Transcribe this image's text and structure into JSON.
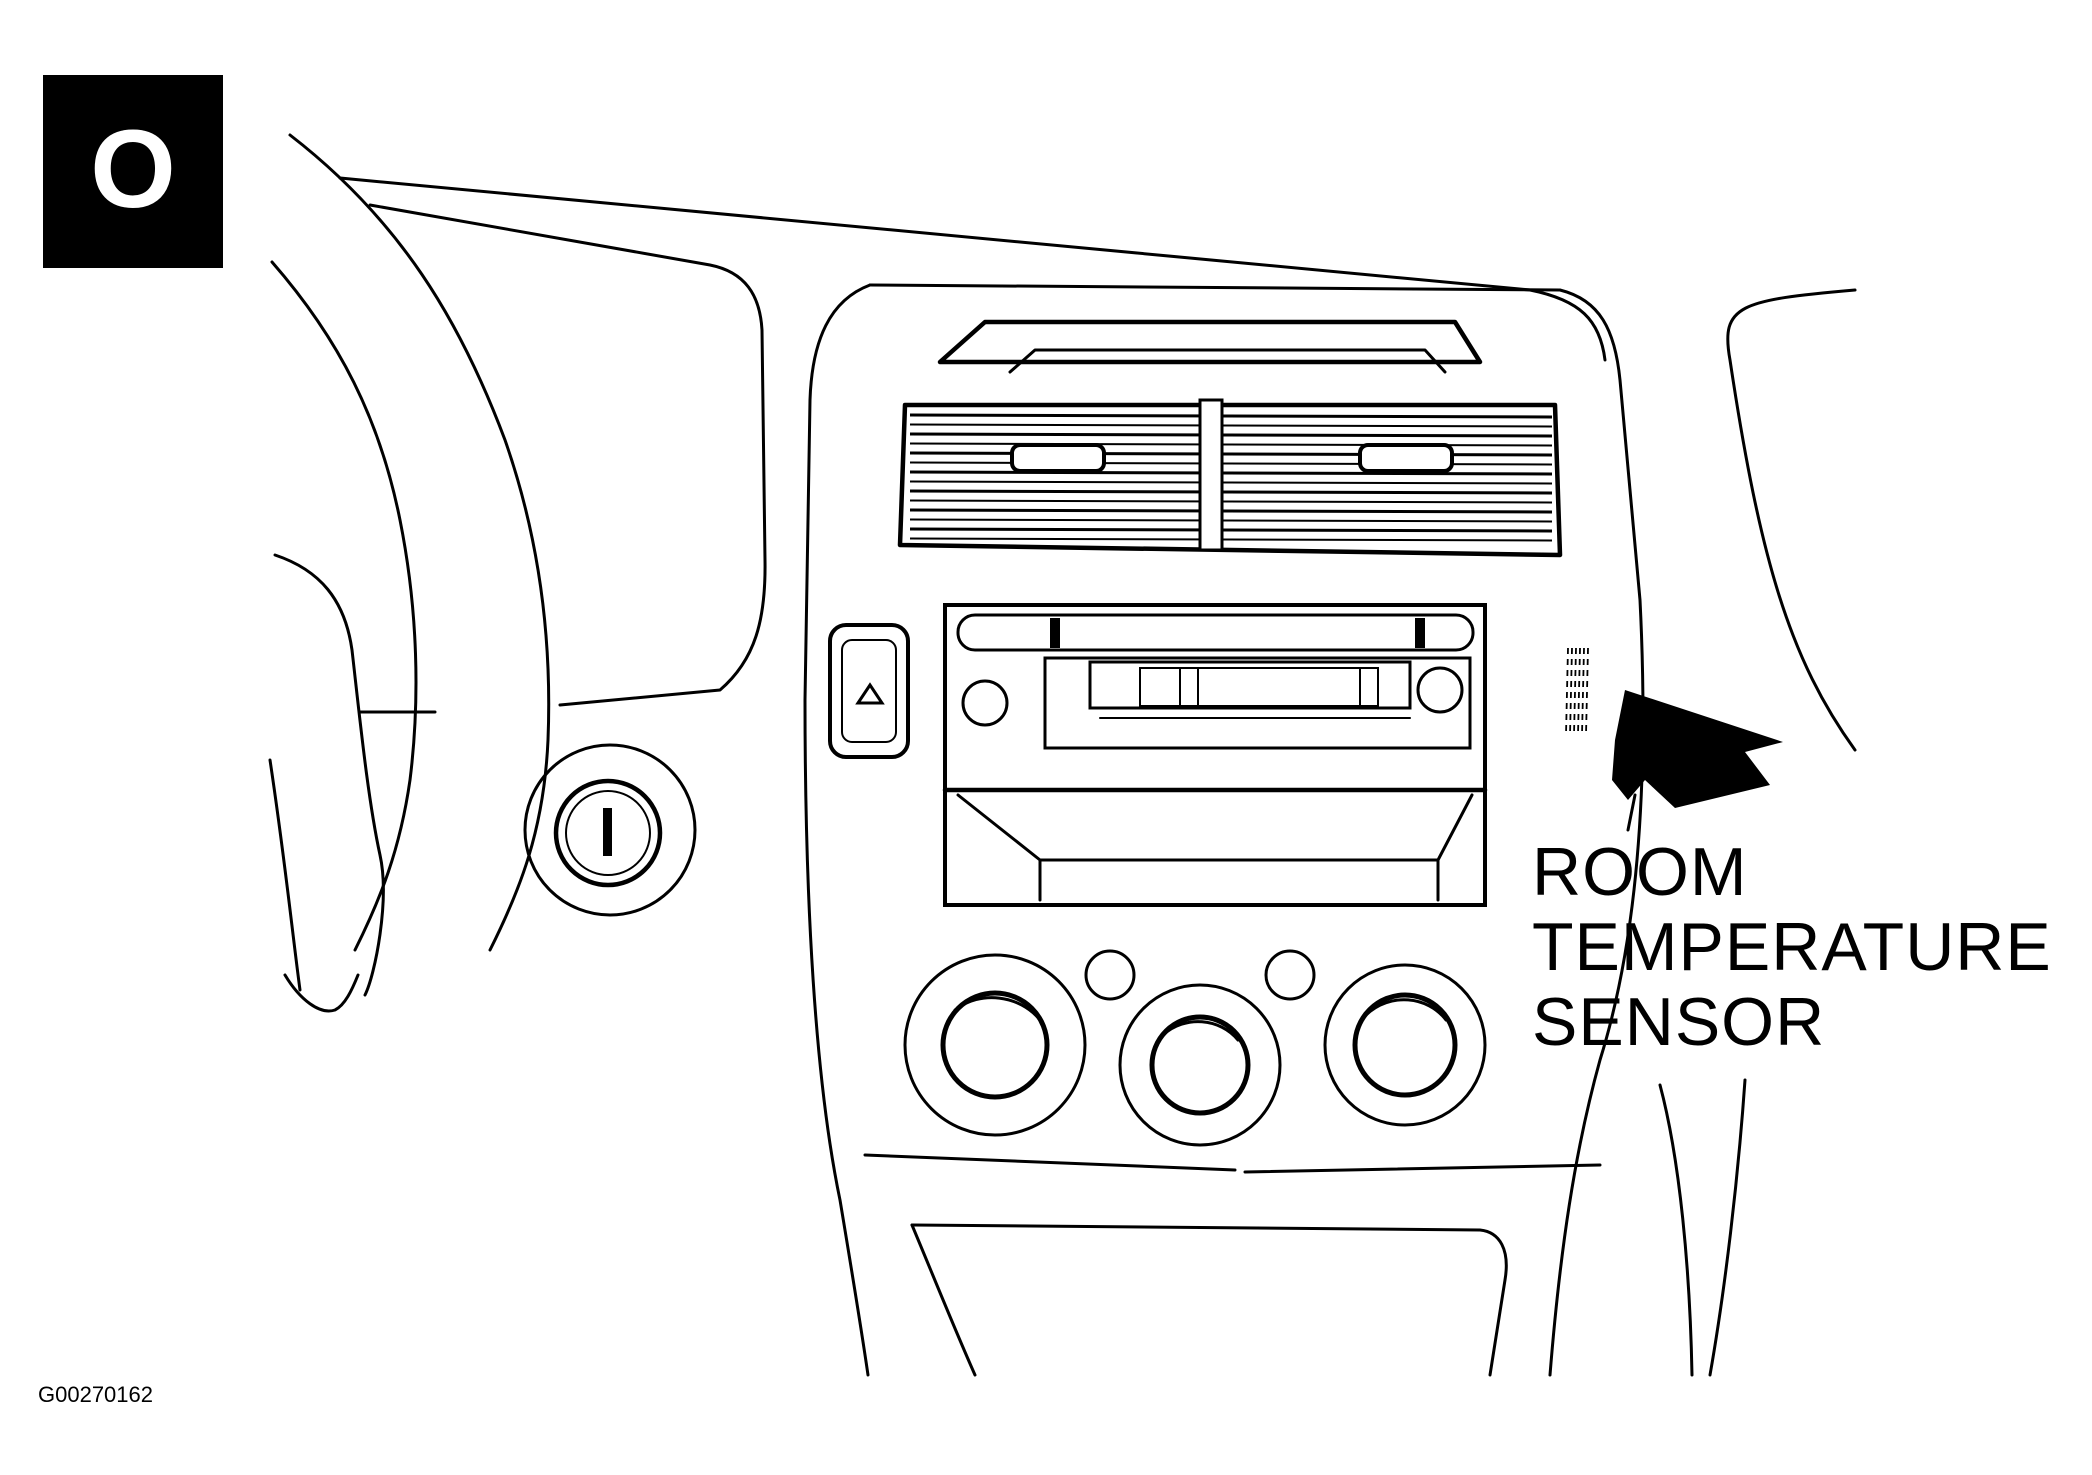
{
  "badge": {
    "letter": "O",
    "background": "#000000",
    "foreground": "#ffffff"
  },
  "callout": {
    "lines": [
      "ROOM",
      "TEMPERATURE",
      "SENSOR"
    ]
  },
  "figure_id": "G00270162",
  "colors": {
    "ink": "#000000",
    "paper": "#ffffff"
  }
}
